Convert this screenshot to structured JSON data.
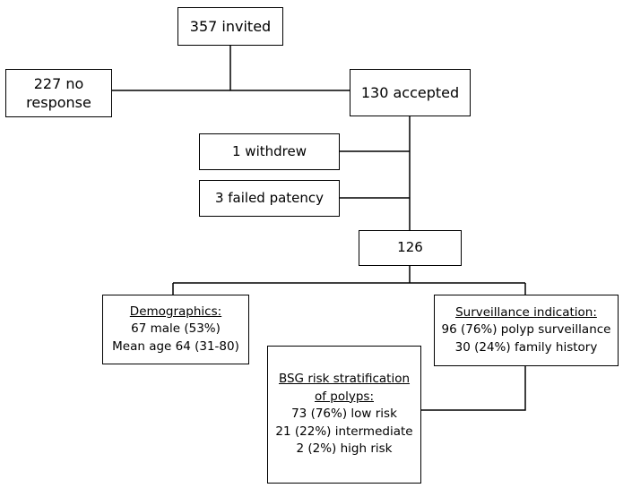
{
  "flowchart": {
    "invited": "357 invited",
    "no_response": {
      "line1": "227 no",
      "line2": "response"
    },
    "accepted": "130 accepted",
    "withdrew": "1 withdrew",
    "failed_patency": "3 failed patency",
    "remaining": "126",
    "demographics": {
      "heading": "Demographics:",
      "line1": "67 male (53%)",
      "line2": "Mean age 64 (31-80)"
    },
    "surveillance": {
      "heading": "Surveillance indication:",
      "line1": "96 (76%) polyp surveillance",
      "line2": "30 (24%) family history"
    },
    "bsg": {
      "heading_line1": "BSG risk stratification",
      "heading_line2": "of polyps:",
      "line1": "73 (76%) low risk",
      "line2": "21 (22%) intermediate",
      "line3": "2 (2%) high risk"
    }
  }
}
